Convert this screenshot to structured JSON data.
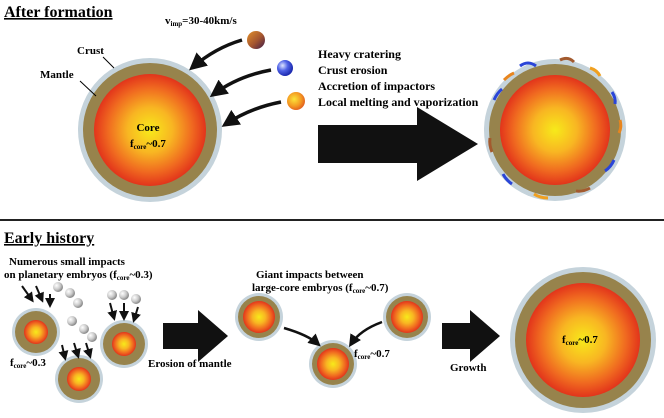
{
  "sections": {
    "top": "After formation",
    "bottom": "Early history"
  },
  "top_panel": {
    "velocity_main": "v",
    "velocity_sub": "imp",
    "velocity_value": "=30-40km/s",
    "crust": "Crust",
    "mantle": "Mantle",
    "core": "Core",
    "fcore_f": "f",
    "fcore_sub": "core",
    "fcore_value": "~0.7",
    "processes": [
      "Heavy cratering",
      "Crust erosion",
      "Accretion of impactors",
      "Local melting and vaporization"
    ]
  },
  "bottom_panel": {
    "small_impacts_line1": "Numerous small impacts",
    "small_impacts_line2_pre": "on planetary embryos (f",
    "small_impacts_line2_sub": "core",
    "small_impacts_line2_post": "~0.3)",
    "fcore_low_f": "f",
    "fcore_low_sub": "core",
    "fcore_low_value": "~0.3",
    "erosion": "Erosion of mantle",
    "giant_line1": "Giant impacts between",
    "giant_line2_pre": "large-core embryos (f",
    "giant_line2_sub": "core",
    "giant_line2_post": "~0.7)",
    "fcore_mid_f": "f",
    "fcore_mid_sub": "core",
    "fcore_mid_value": "~0.7",
    "growth": "Growth",
    "fcore_big_f": "f",
    "fcore_big_sub": "core",
    "fcore_big_value": "~0.7"
  },
  "colors": {
    "crust": "#c5d3db",
    "mantle": "#97834c",
    "core_outer": "#e53a1c",
    "core_mid": "#f5901e",
    "core_inner": "#f7ea1a",
    "arrow": "#111111",
    "divider": "#222222"
  }
}
